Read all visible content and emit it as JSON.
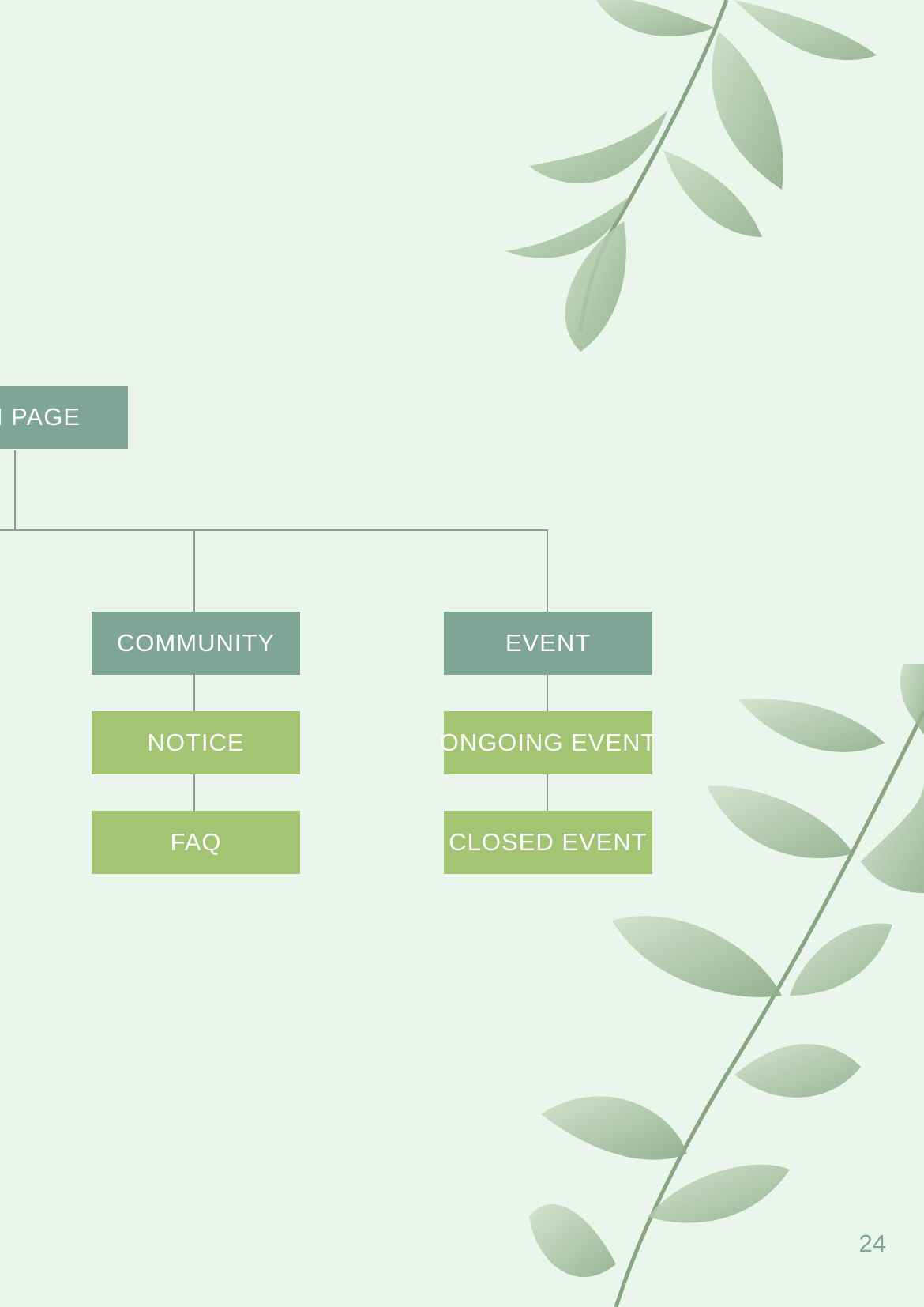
{
  "sitemap": {
    "root_label": "MAIN PAGE",
    "branches": [
      {
        "label": "COMMUNITY",
        "children": [
          "NOTICE",
          "FAQ"
        ]
      },
      {
        "label": "EVENT",
        "children": [
          "ONGOING EVENT",
          "CLOSED EVENT"
        ]
      }
    ]
  },
  "page_number": "24",
  "colors": {
    "background": "#eaf5ec",
    "primary_node": "#7fa596",
    "secondary_node": "#a2c473",
    "connector": "#8f9b95",
    "leaf": "#9fb897"
  },
  "decorations": [
    "leaf-branch-top-right",
    "leaf-branch-bottom-right"
  ]
}
